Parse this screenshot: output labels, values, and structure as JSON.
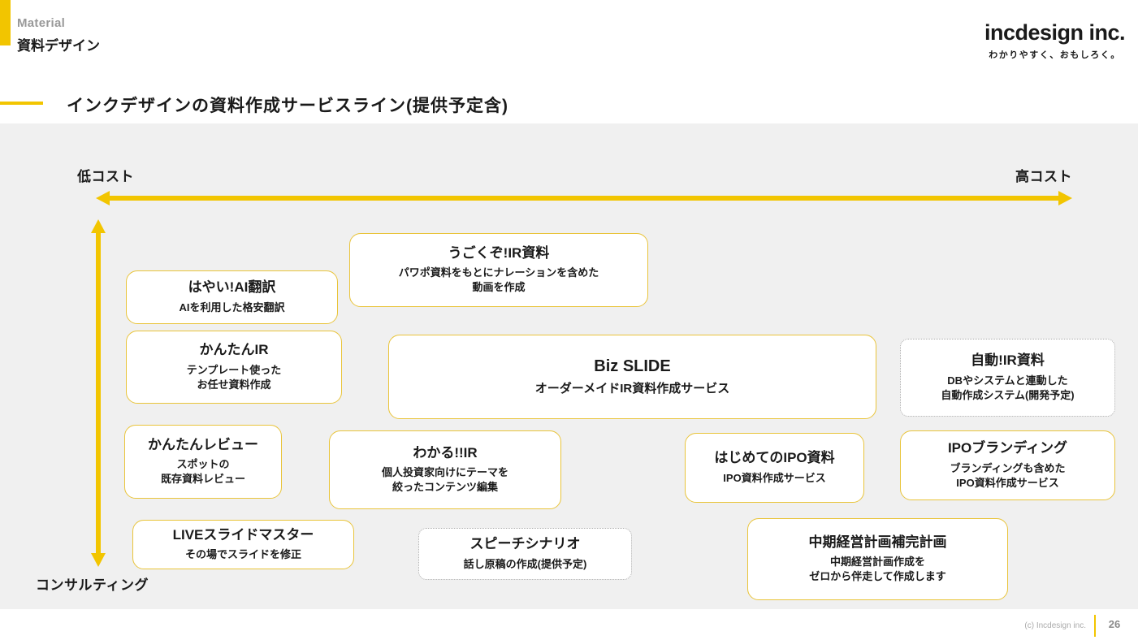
{
  "theme": {
    "accent_yellow": "#F2C500",
    "border_yellow": "#E9C43A",
    "content_bg": "#F0F0F0",
    "muted_gray": "#999999",
    "dotted_gray": "#AAAAAA"
  },
  "header": {
    "eyebrow": "Material",
    "category": "資料デザイン",
    "logo": "incdesign inc.",
    "logo_tagline": "わかりやすく、おもしろく。"
  },
  "slide_title": "インクデザインの資料作成サービスライン(提供予定含)",
  "diagram": {
    "axis_x_left": "低コスト",
    "axis_x_right": "高コスト",
    "axis_y_bottom": "コンサルティング",
    "cards": [
      {
        "id": "hayai-ai-honyaku",
        "title": "はやい!AI翻訳",
        "subtitle": "AIを利用した格安翻訳",
        "border": "solid"
      },
      {
        "id": "ugokuzo-ir",
        "title": "うごくぞ!IR資料",
        "subtitle": "パワポ資料をもとにナレーションを含めた\n動画を作成",
        "border": "solid"
      },
      {
        "id": "kantan-ir",
        "title": "かんたんIR",
        "subtitle": "テンプレート使った\nお任せ資料作成",
        "border": "solid"
      },
      {
        "id": "biz-slide",
        "title": "Biz SLIDE",
        "subtitle": "オーダーメイドIR資料作成サービス",
        "border": "solid"
      },
      {
        "id": "jido-ir",
        "title": "自動!IR資料",
        "subtitle": "DBやシステムと連動した\n自動作成システム(開発予定)",
        "border": "dotted"
      },
      {
        "id": "kantan-review",
        "title": "かんたんレビュー",
        "subtitle": "スポットの\n既存資料レビュー",
        "border": "solid"
      },
      {
        "id": "wakaru-ir",
        "title": "わかる!!IR",
        "subtitle": "個人投資家向けにテーマを\n絞ったコンテンツ編集",
        "border": "solid"
      },
      {
        "id": "hajimete-ipo",
        "title": "はじめてのIPO資料",
        "subtitle": "IPO資料作成サービス",
        "border": "solid"
      },
      {
        "id": "ipo-branding",
        "title": "IPOブランディング",
        "subtitle": "ブランディングも含めた\nIPO資料作成サービス",
        "border": "solid"
      },
      {
        "id": "live-slide-master",
        "title": "LIVEスライドマスター",
        "subtitle": "その場でスライドを修正",
        "border": "solid"
      },
      {
        "id": "speech-scenario",
        "title": "スピーチシナリオ",
        "subtitle": "話し原稿の作成(提供予定)",
        "border": "dotted"
      },
      {
        "id": "chuki-keiei-hokan",
        "title": "中期経営計画補完計画",
        "subtitle": "中期経営計画作成を\nゼロから伴走して作成します",
        "border": "solid"
      }
    ]
  },
  "footer": {
    "copyright": "(c) Incdesign inc.",
    "page_number": "26"
  }
}
